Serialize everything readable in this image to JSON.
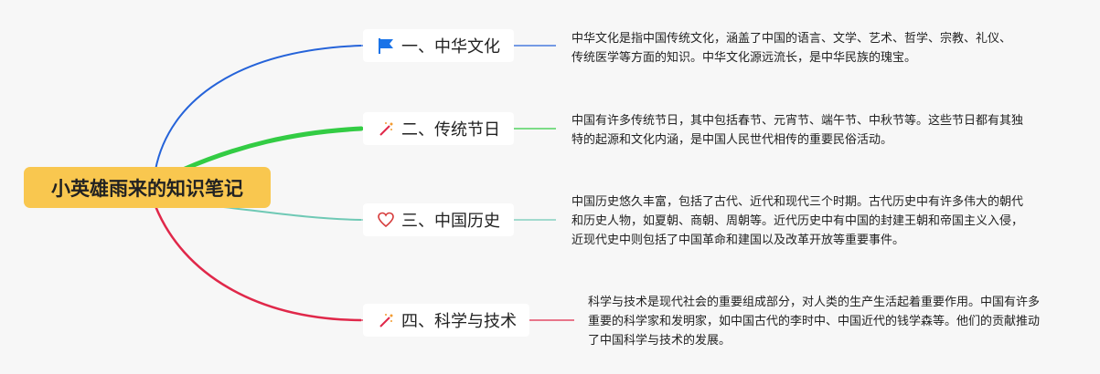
{
  "root": {
    "title": "小英雄雨来的知识笔记"
  },
  "branches": [
    {
      "label": "一、中华文化",
      "icon": "flag-icon",
      "color": "#2563d9",
      "description": "中华文化是指中国传统文化，涵盖了中国的语言、文学、艺术、哲学、宗教、礼仪、传统医学等方面的知识。中华文化源远流长，是中华民族的瑰宝。"
    },
    {
      "label": "二、传统节日",
      "icon": "magic-wand-icon",
      "color": "#33cc44",
      "description": "中国有许多传统节日，其中包括春节、元宵节、端午节、中秋节等。这些节日都有其独特的起源和文化内涵，是中国人民世代相传的重要民俗活动。"
    },
    {
      "label": "三、中国历史",
      "icon": "heart-icon",
      "color": "#6fc9b5",
      "description": "中国历史悠久丰富，包括了古代、近代和现代三个时期。古代历史中有许多伟大的朝代和历史人物，如夏朝、商朝、周朝等。近代历史中有中国的封建王朝和帝国主义入侵，近现代史中则包括了中国革命和建国以及改革开放等重要事件。"
    },
    {
      "label": "四、科学与技术",
      "icon": "magic-wand-icon",
      "color": "#e0284a",
      "description": "科学与技术是现代社会的重要组成部分，对人类的生产生活起着重要作用。中国有许多重要的科学家和发明家，如中国古代的李时中、中国近代的钱学森等。他们的贡献推动了中国科学与技术的发展。"
    }
  ]
}
